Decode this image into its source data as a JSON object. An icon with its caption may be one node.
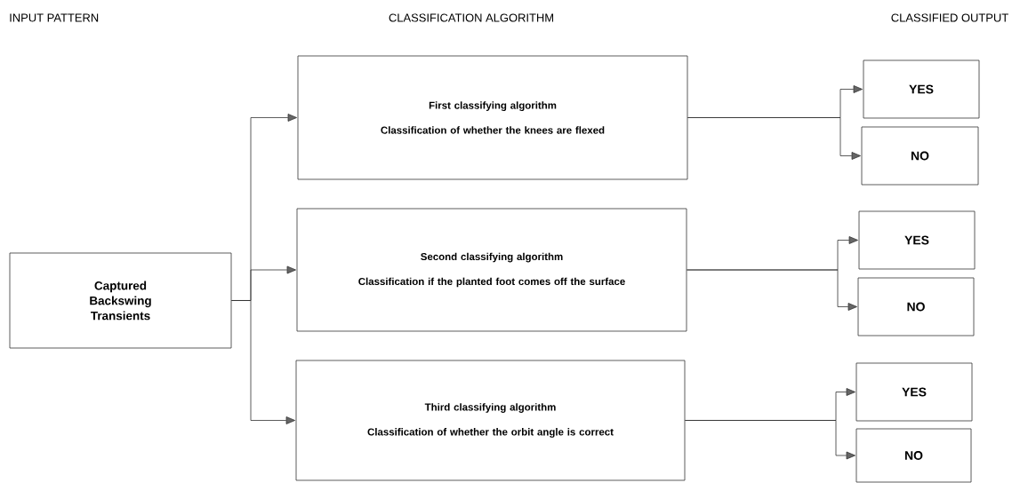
{
  "diagram": {
    "nodes": [
      {
        "text": [
          "Captured Backswing Transients"
        ]
      },
      {
        "text": [
          "First classifying algorithm",
          "Classification of whether the knees are flexed"
        ]
      },
      {
        "text": [
          "Second classifying algorithm",
          "Classification if the planted foot comes off the surface"
        ]
      },
      {
        "text": [
          "Third classifying algorithm",
          "Classification of whether the orbit angle is correct"
        ]
      },
      {
        "text": [
          "YES"
        ]
      },
      {
        "text": [
          "NO"
        ]
      },
      {
        "text": [
          "YES"
        ]
      },
      {
        "text": [
          "NO"
        ]
      },
      {
        "text": [
          "YES"
        ]
      },
      {
        "text": [
          "NO"
        ]
      }
    ],
    "edges": [
      {
        "from": 0,
        "to": 1,
        "arrow": "to"
      },
      {
        "from": 0,
        "to": 2,
        "arrow": "to"
      },
      {
        "from": 0,
        "to": 3,
        "arrow": "to"
      },
      {
        "from": 1,
        "to": 4,
        "arrow": "to"
      },
      {
        "from": 1,
        "to": 5,
        "arrow": "to"
      },
      {
        "from": 2,
        "to": 6,
        "arrow": "to"
      },
      {
        "from": 2,
        "to": 7,
        "arrow": "to"
      },
      {
        "from": 3,
        "to": 8,
        "arrow": "to"
      },
      {
        "from": 3,
        "to": 9,
        "arrow": "to"
      }
    ],
    "labels": [
      "INPUT PATTERN",
      "CLASSIFICATION ALGORITHM",
      "CLASSIFIED OUTPUT"
    ]
  }
}
